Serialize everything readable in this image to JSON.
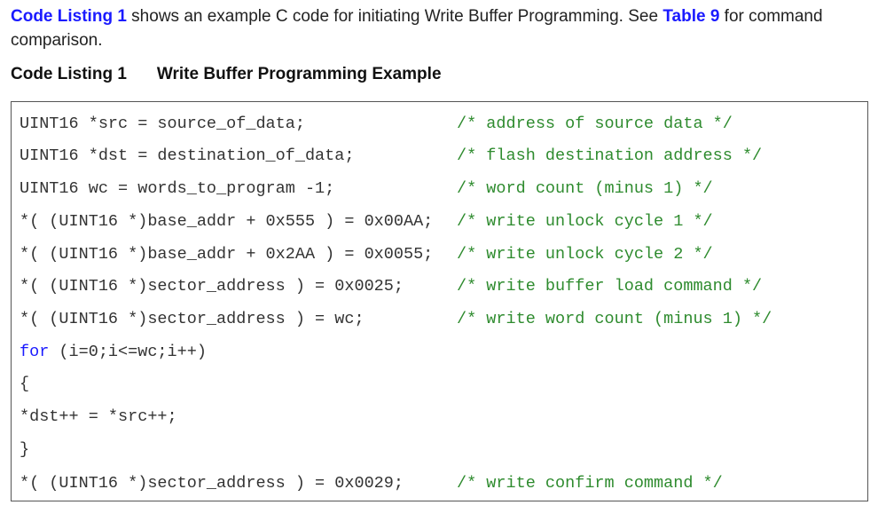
{
  "intro": {
    "link1": "Code Listing 1",
    "text1": " shows an example C code for initiating Write Buffer Programming. See ",
    "link2": "Table 9",
    "text2": " for command comparison."
  },
  "caption": {
    "label": "Code Listing 1",
    "title": "Write Buffer Programming Example"
  },
  "code": [
    {
      "code": "UINT16 *src = source_of_data;",
      "comment": "/* address of source data */"
    },
    {
      "code": "UINT16 *dst = destination_of_data;",
      "comment": "/* flash destination address */"
    },
    {
      "code": "UINT16 wc = words_to_program -1;",
      "comment": "/* word count (minus 1) */"
    },
    {
      "code": "*( (UINT16 *)base_addr + 0x555 ) = 0x00AA;",
      "comment": "/* write unlock cycle 1 */"
    },
    {
      "code": "*( (UINT16 *)base_addr + 0x2AA ) = 0x0055;",
      "comment": "/* write unlock cycle 2 */"
    },
    {
      "code": "*( (UINT16 *)sector_address ) = 0x0025;",
      "comment": "/* write buffer load command */"
    },
    {
      "code": "*( (UINT16 *)sector_address ) = wc;",
      "comment": "/* write word count (minus 1) */"
    },
    {
      "keyword": "for",
      "code": " (i=0;i<=wc;i++)",
      "comment": ""
    },
    {
      "code": "{",
      "comment": ""
    },
    {
      "code": "*dst++ = *src++;",
      "comment": ""
    },
    {
      "code": "}",
      "comment": ""
    },
    {
      "code": "*( (UINT16 *)sector_address ) = 0x0029;",
      "comment": "/* write confirm command */"
    }
  ]
}
